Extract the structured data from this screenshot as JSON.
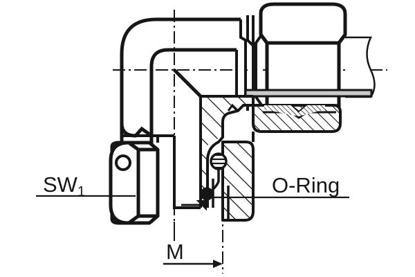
{
  "drawing": {
    "title": "Elbow tube fitting sectional drawing",
    "type": "technical-line-drawing",
    "background_color": "#ffffff",
    "line_color": "#161616",
    "thin_line_color": "#1a1a1a",
    "hatch_color": "#161616",
    "tube_band_color": "#c9c9c9",
    "oring_fill_color": "#161616"
  },
  "labels": {
    "sw1": {
      "base": "SW",
      "subscript": "1"
    },
    "oring": "O-Ring",
    "m": "M"
  },
  "leaders": {
    "sw1_leader": "horizontal-leader-line",
    "oring_leader": "horizontal-leader-line",
    "m_dimension": "arrow-right-dimension"
  },
  "centerlines": {
    "horizontal": "dash-dot-horizontal-axis",
    "vertical": "dash-dot-vertical-axis"
  },
  "components": {
    "elbow_body": "90-degree-elbow-housing",
    "hex_nut_left": "SW1-hex-nut",
    "union_nut_right": "union-nut",
    "tube": "tube-with-break-line",
    "oring_seal": "o-ring-seal",
    "cutting_ring": "cutting-ring",
    "thread": "male-thread-section"
  }
}
